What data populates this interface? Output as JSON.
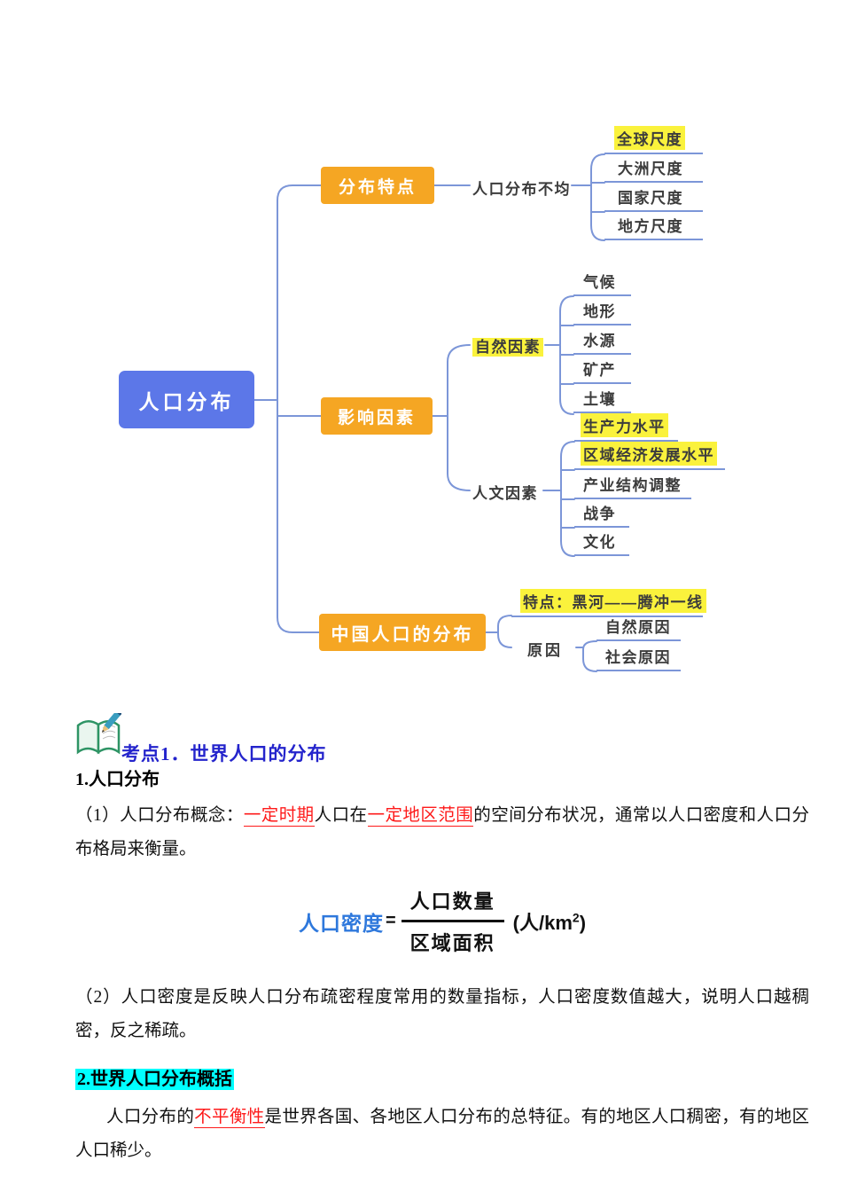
{
  "mindmap": {
    "root_label": "人口分布",
    "b1_label": "分布特点",
    "b1_child": "人口分布不均",
    "scale_leaves": [
      "全球尺度",
      "大洲尺度",
      "国家尺度",
      "地方尺度"
    ],
    "b2_label": "影响因素",
    "natural_label": "自然因素",
    "natural_leaves": [
      "气候",
      "地形",
      "水源",
      "矿产",
      "土壤"
    ],
    "human_label": "人文因素",
    "human_leaves": [
      "生产力水平",
      "区域经济发展水平",
      "产业结构调整",
      "战争",
      "文化"
    ],
    "b3_label": "中国人口的分布",
    "b3_feature": "特点：黑河——腾冲一线",
    "b3_reason_label": "原因",
    "b3_reason_leaves": [
      "自然原因",
      "社会原因"
    ]
  },
  "section": {
    "heading": "考点1．世界人口的分布",
    "sub1": "1.人口分布",
    "para1": {
      "s1": "（1）人口分布概念：",
      "r1": "一定时期",
      "s2": "人口在",
      "r2": "一定地区范围",
      "s3": "的空间分布状况，通常以人口密度和人口分布格局来衡量。"
    },
    "formula": {
      "lhs": "人口密度",
      "eq": "=",
      "num": "人口数量",
      "den": "区域面积",
      "u1": "(人/km",
      "u2": "2",
      "u3": ")"
    },
    "para2": "（2）人口密度是反映人口分布疏密程度常用的数量指标，人口密度数值越大，说明人口越稠密，反之稀疏。",
    "sub2": "2.世界人口分布概括",
    "para3": {
      "s1": "人口分布的",
      "r1": "不平衡性",
      "s2": "是世界各国、各地区人口分布的总特征。有的地区人口稠密，有的地区人口稀少。"
    }
  },
  "colors": {
    "root_blue": "#5C77E8",
    "branch_orange": "#F5A623",
    "highlight_yellow": "#FAF23C",
    "line_blue": "#7C96D8",
    "heading_blue": "#2424CC",
    "red_term": "#FE1A1A",
    "formula_blue": "#2E78DC",
    "highlight_cyan": "#00FFFF"
  },
  "icons": {
    "book_pencil": "book-pencil-icon"
  }
}
